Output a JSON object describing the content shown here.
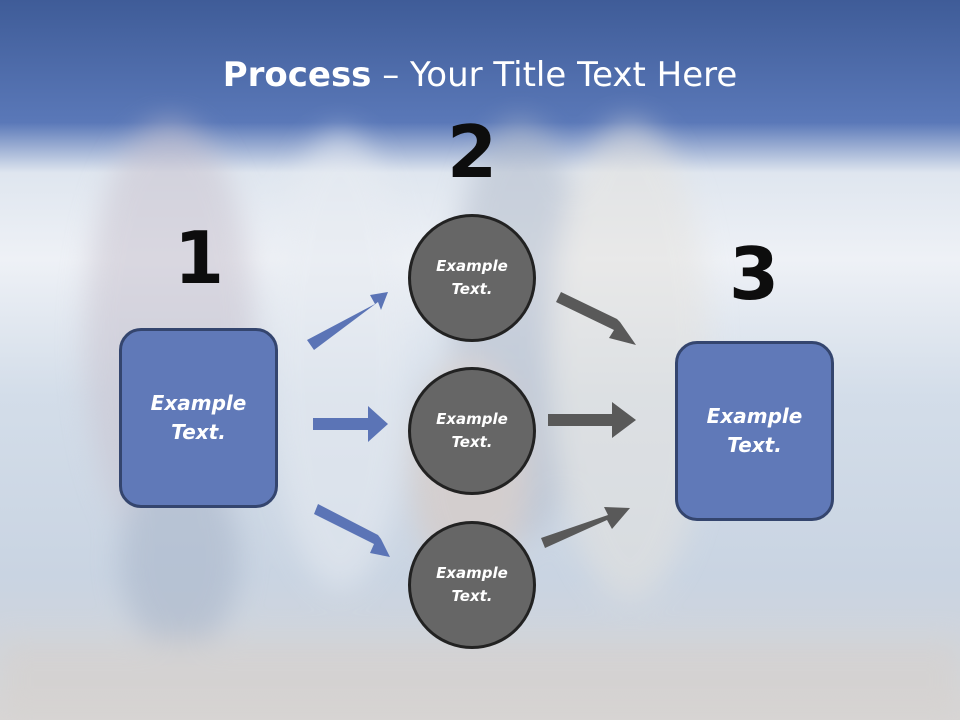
{
  "title": {
    "bold": "Process",
    "rest": " – Your Title Text Here"
  },
  "steps": [
    {
      "number": "1",
      "text": "Example\nText."
    },
    {
      "number": "2",
      "circles": [
        "Example\nText.",
        "Example\nText.",
        "Example\nText."
      ]
    },
    {
      "number": "3",
      "text": "Example\nText."
    }
  ],
  "colors": {
    "accent_blue": "#6079b8",
    "circle_gray": "#666666",
    "arrow_blue": "#5b74b6",
    "arrow_gray": "#595959"
  }
}
